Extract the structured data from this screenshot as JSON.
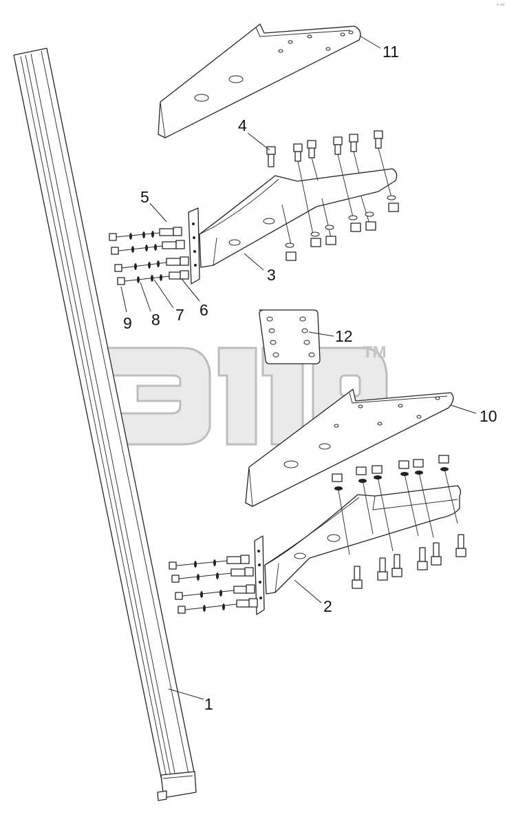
{
  "corner_note": "ᵃ ᵃᵃ",
  "watermark": {
    "tm": "TM"
  },
  "callouts": [
    {
      "id": "c1",
      "label": "1"
    },
    {
      "id": "c2",
      "label": "2"
    },
    {
      "id": "c3",
      "label": "3"
    },
    {
      "id": "c4",
      "label": "4"
    },
    {
      "id": "c5",
      "label": "5"
    },
    {
      "id": "c6",
      "label": "6"
    },
    {
      "id": "c7",
      "label": "7"
    },
    {
      "id": "c8",
      "label": "8"
    },
    {
      "id": "c9",
      "label": "9"
    },
    {
      "id": "c10",
      "label": "10"
    },
    {
      "id": "c11",
      "label": "11"
    },
    {
      "id": "c12",
      "label": "12"
    }
  ]
}
